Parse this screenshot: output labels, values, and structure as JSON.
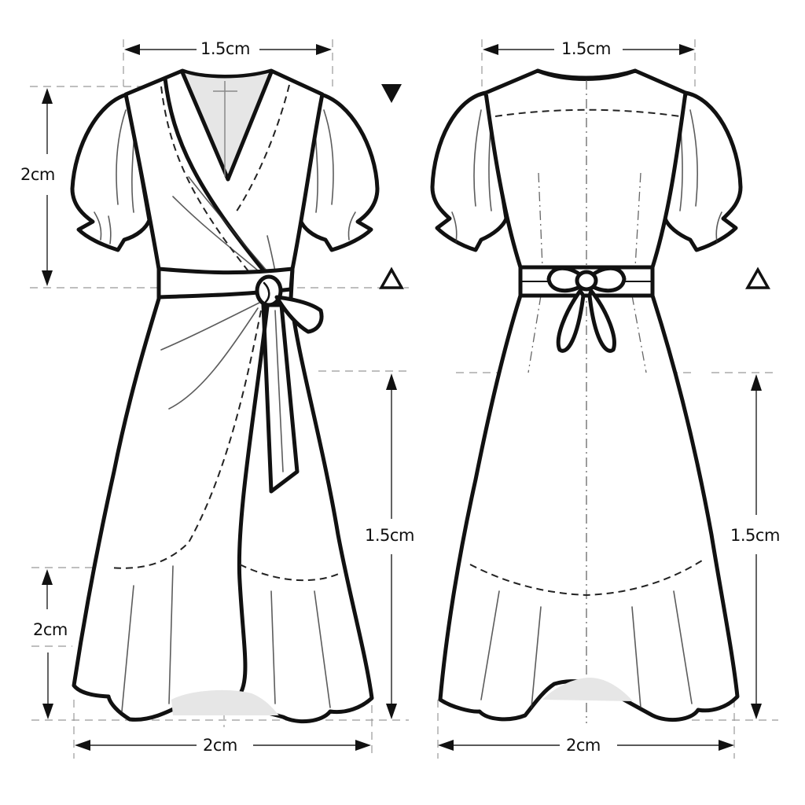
{
  "diagram": {
    "type": "technical fashion flat sketch",
    "views": [
      {
        "name": "front",
        "description": "Wrap dress front view with V-neck, puff sleeves with ruffled cuffs, side tie belt with knot and hanging sash, flounce hem",
        "dimensions": {
          "shoulder_width": "1.5cm",
          "bodice_length": "2cm",
          "skirt_length": "1.5cm",
          "flounce_height": "2cm",
          "hem_width": "2cm"
        }
      },
      {
        "name": "back",
        "description": "Dress back view with round neckline, puff sleeves, waistband with bow tie, center-back seam, flounce hem",
        "dimensions": {
          "shoulder_width": "1.5cm",
          "skirt_length": "1.5cm",
          "hem_width": "2cm"
        }
      }
    ],
    "markers": [
      {
        "name": "filled-triangle-down",
        "position": "front right, top"
      },
      {
        "name": "outline-triangle-up",
        "position": "front right, waist"
      },
      {
        "name": "outline-triangle-up",
        "position": "back right, waist"
      }
    ]
  },
  "labels": {
    "front_top": "1.5cm",
    "front_left_upper": "2cm",
    "front_right_mid": "1.5cm",
    "front_left_lower": "2cm",
    "front_bottom": "2cm",
    "back_top": "1.5cm",
    "back_right_mid": "1.5cm",
    "back_bottom": "2cm"
  }
}
